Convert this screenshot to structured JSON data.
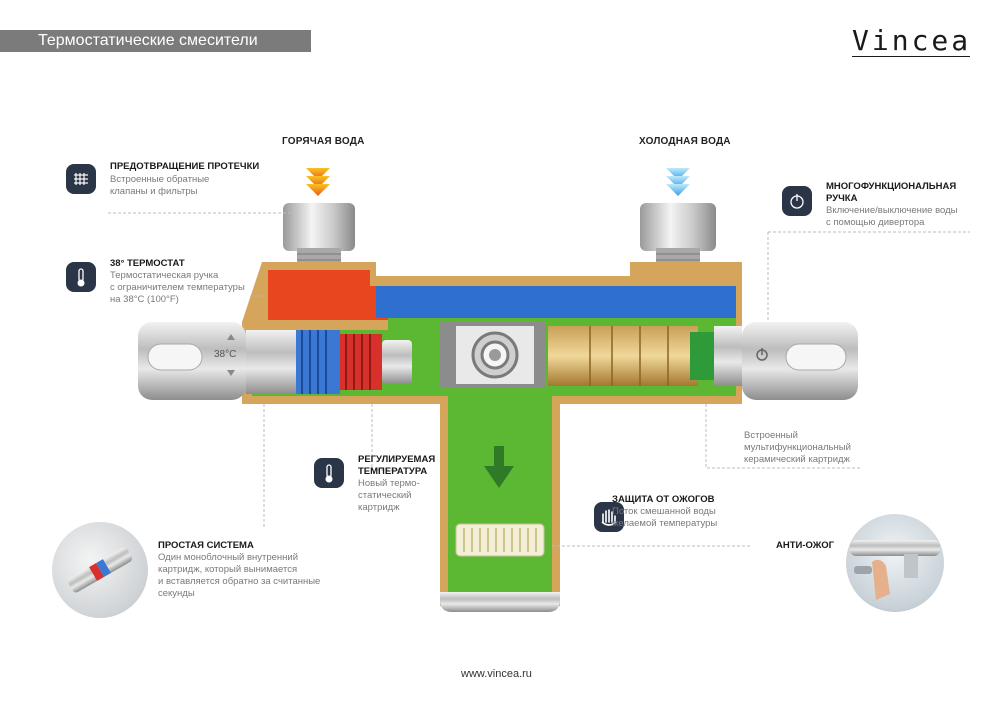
{
  "header": {
    "title": "Термостатические смесители"
  },
  "brand": {
    "name": "Vincea"
  },
  "inlets": {
    "hot_label": "ГОРЯЧАЯ ВОДА",
    "cold_label": "ХОЛОДНАЯ ВОДА"
  },
  "handle_left": {
    "temp_text": "38°C"
  },
  "features": {
    "leak": {
      "title": "ПРЕДОТВРАЩЕНИЕ ПРОТЕЧКИ",
      "desc1": "Встроенные обратные",
      "desc2": "клапаны и фильтры",
      "icon": "filter-icon"
    },
    "thermostat": {
      "title": "38° ТЕРМОСТАТ",
      "desc1": "Термостатическая ручка",
      "desc2": "с ограничителем температуры",
      "desc3": "на 38°С (100°F)",
      "icon": "thermometer-icon"
    },
    "multihandle": {
      "title1": "МНОГОФУНКЦИОНАЛЬНАЯ",
      "title2": "РУЧКА",
      "desc1": "Включение/выключение воды",
      "desc2": "с помощью дивертора",
      "icon": "power-icon"
    },
    "cartridge": {
      "desc1": "Встроенный",
      "desc2": "мультифункциональный",
      "desc3": "керамический картридж"
    },
    "regulated": {
      "title1": "РЕГУЛИРУЕМАЯ",
      "title2": "ТЕМПЕРАТУРА",
      "desc1": "Новый термо-",
      "desc2": "статический",
      "desc3": "картридж",
      "icon": "thermometer-icon"
    },
    "scald": {
      "title": "ЗАЩИТА ОТ ОЖОГОВ",
      "desc1": "Поток смешанной воды",
      "desc2": "желаемой температуры",
      "icon": "hand-icon"
    },
    "simple": {
      "title": "ПРОСТАЯ СИСТЕМА",
      "desc1": "Один моноблочный внутренний",
      "desc2": "картридж, который вынимается",
      "desc3": "и вставляется обратно за считанные",
      "desc4": "секунды"
    },
    "antiscald": {
      "title": "АНТИ-ОЖОГ"
    }
  },
  "colors": {
    "hot": "#e8461e",
    "cold": "#2f6fd0",
    "mixed": "#5cb832",
    "body": "#d4a55a",
    "icon_bg": "#2a3548"
  },
  "footer": {
    "url": "www.vincea.ru"
  }
}
